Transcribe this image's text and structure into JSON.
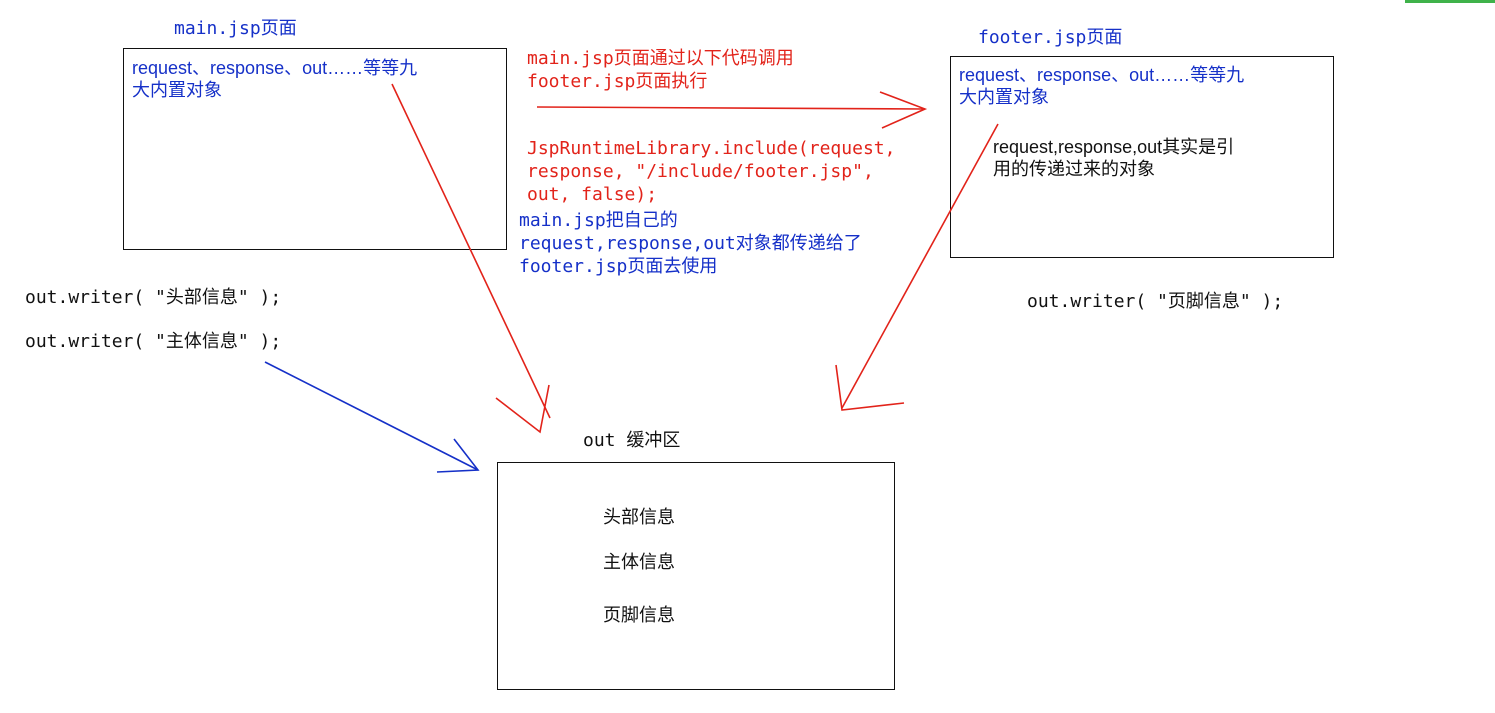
{
  "main_page": {
    "title": "main.jsp页面",
    "box_text_line1": "request、response、out……等等九",
    "box_text_line2": "大内置对象",
    "write_head": "out.writer( \"头部信息\" );",
    "write_body": "out.writer( \"主体信息\" );"
  },
  "middle_notes": {
    "call_line1": "main.jsp页面通过以下代码调用",
    "call_line2": "footer.jsp页面执行",
    "code_line1": "JspRuntimeLibrary.include(request,",
    "code_line2": "response, \"/include/footer.jsp\",",
    "code_line3": "out, false);",
    "pass_line1": "main.jsp把自己的",
    "pass_line2": "request,response,out对象都传递给了",
    "pass_line3": "footer.jsp页面去使用"
  },
  "footer_page": {
    "title": "footer.jsp页面",
    "box_text_line1": "request、response、out……等等九",
    "box_text_line2": "大内置对象",
    "ref_line1": "request,response,out其实是引",
    "ref_line2": "用的传递过来的对象",
    "write_footer": "out.writer( \"页脚信息\" );"
  },
  "buffer": {
    "title": "out 缓冲区",
    "items": [
      "头部信息",
      "主体信息",
      "页脚信息"
    ]
  },
  "colors": {
    "blue": "#1530c8",
    "red": "#e2231a",
    "black": "#111111"
  }
}
